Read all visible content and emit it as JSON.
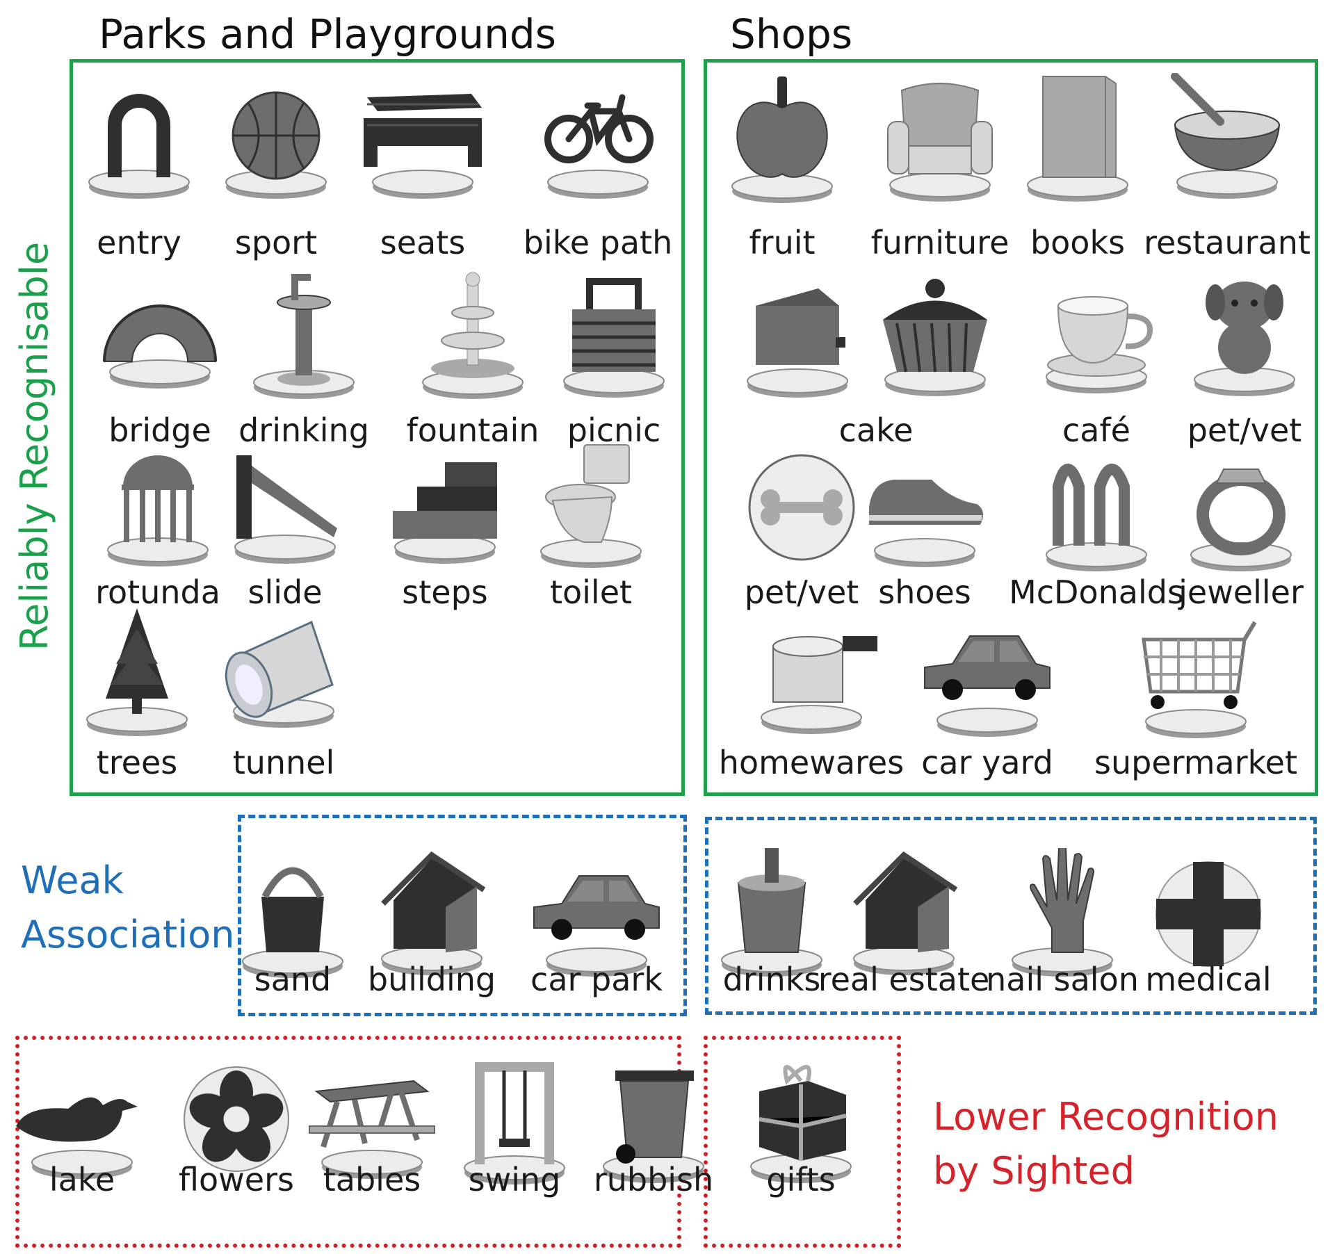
{
  "column_titles": {
    "parks": "Parks and Playgrounds",
    "shops": "Shops"
  },
  "categories": {
    "reliable": "Reliably Recognisable",
    "weak_line1": "Weak",
    "weak_line2": "Association",
    "lower_line1": "Lower Recognition",
    "lower_line2": "by Sighted"
  },
  "colors": {
    "reliable": "#1fa14c",
    "weak": "#1f6fb8",
    "lower": "#d21f26"
  },
  "parks_reliable": [
    {
      "label": "entry",
      "icon": "arch-icon"
    },
    {
      "label": "sport",
      "icon": "basketball-icon"
    },
    {
      "label": "seats",
      "icon": "bench-icon"
    },
    {
      "label": "bike path",
      "icon": "bicycle-icon"
    },
    {
      "label": "bridge",
      "icon": "bridge-icon"
    },
    {
      "label": "drinking",
      "icon": "drinking-tap-icon"
    },
    {
      "label": "fountain",
      "icon": "fountain-icon"
    },
    {
      "label": "picnic",
      "icon": "picnic-basket-icon"
    },
    {
      "label": "rotunda",
      "icon": "rotunda-icon"
    },
    {
      "label": "slide",
      "icon": "slide-icon"
    },
    {
      "label": "steps",
      "icon": "steps-icon"
    },
    {
      "label": "toilet",
      "icon": "toilet-icon"
    },
    {
      "label": "trees",
      "icon": "tree-icon"
    },
    {
      "label": "tunnel",
      "icon": "tunnel-icon"
    }
  ],
  "shops_reliable": [
    {
      "label": "fruit",
      "icon": "apple-icon"
    },
    {
      "label": "furniture",
      "icon": "armchair-icon"
    },
    {
      "label": "books",
      "icon": "book-icon"
    },
    {
      "label": "restaurant",
      "icon": "bowl-spoon-icon"
    },
    {
      "label": "",
      "icon": "cake-slice-icon"
    },
    {
      "label": "cake",
      "icon": "cupcake-icon"
    },
    {
      "label": "café",
      "icon": "cup-icon"
    },
    {
      "label": "pet/vet",
      "icon": "dog-icon"
    },
    {
      "label": "pet/vet",
      "icon": "bone-icon"
    },
    {
      "label": "shoes",
      "icon": "shoe-icon"
    },
    {
      "label": "McDonalds",
      "icon": "arches-icon"
    },
    {
      "label": "jeweller",
      "icon": "ring-icon"
    },
    {
      "label": "homewares",
      "icon": "saucepan-icon"
    },
    {
      "label": "car yard",
      "icon": "car-icon"
    },
    {
      "label": "supermarket",
      "icon": "trolley-icon"
    }
  ],
  "parks_weak": [
    {
      "label": "sand",
      "icon": "bucket-icon"
    },
    {
      "label": "building",
      "icon": "house-icon"
    },
    {
      "label": "car park",
      "icon": "car-icon"
    }
  ],
  "shops_weak": [
    {
      "label": "drinks",
      "icon": "drink-cup-icon"
    },
    {
      "label": "real estate",
      "icon": "house-icon"
    },
    {
      "label": "nail salon",
      "icon": "hand-icon"
    },
    {
      "label": "medical",
      "icon": "cross-icon"
    }
  ],
  "parks_lower": [
    {
      "label": "lake",
      "icon": "duck-icon"
    },
    {
      "label": "flowers",
      "icon": "flower-icon"
    },
    {
      "label": "tables",
      "icon": "picnic-table-icon"
    },
    {
      "label": "swing",
      "icon": "swing-icon"
    },
    {
      "label": "rubbish",
      "icon": "wheelie-bin-icon"
    }
  ],
  "shops_lower": [
    {
      "label": "gifts",
      "icon": "gift-box-icon"
    }
  ]
}
